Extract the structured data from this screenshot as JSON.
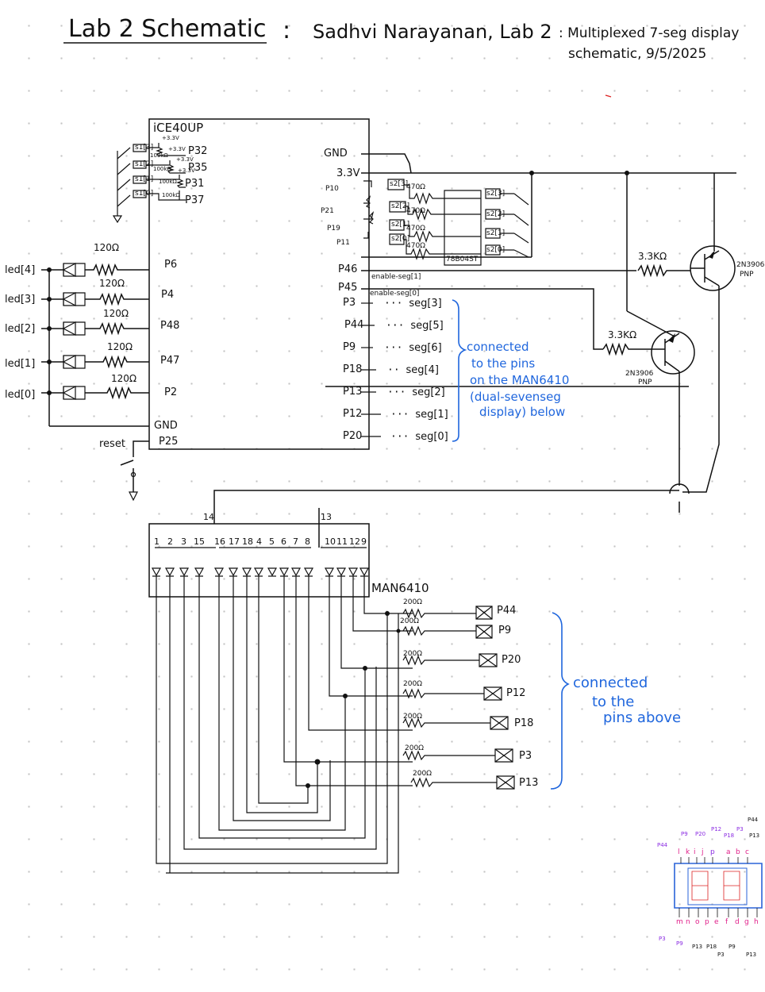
{
  "header": {
    "title": "Lab 2 Schematic",
    "colon": ":",
    "author_line": "Sadhvi Narayanan, Lab 2",
    "desc_line1": ": Multiplexed 7-seg display",
    "desc_line2": "schematic, 9/5/2025"
  },
  "fpga": {
    "name": "iCE40UP",
    "left_pins": [
      "P32",
      "P35",
      "P31",
      "P37"
    ],
    "switch_labels": [
      "s1[3]",
      "s1[2]",
      "s1[1]",
      "s1[0]"
    ],
    "pullup_labels": [
      "+3.3V",
      "+3.3V",
      "+3.3V",
      "+3.3V"
    ],
    "pull_res_labels": [
      "100kΩ",
      "100kΩ",
      "100kΩ",
      "100kΩ"
    ],
    "led_pins": [
      "P6",
      "P4",
      "P48",
      "P47",
      "P2"
    ],
    "gnd_pin": "GND",
    "reset_pin": "P25",
    "right_gnd": "GND",
    "right_33v": "3.3V",
    "enable_pins": [
      "P46",
      "P45"
    ],
    "seg_pins": [
      "P3",
      "P44",
      "P9",
      "P18",
      "P13",
      "P12",
      "P20"
    ]
  },
  "leds": {
    "labels": [
      "led[4]",
      "led[3]",
      "led[2]",
      "led[1]",
      "led[0]"
    ],
    "resistors": [
      "120Ω",
      "120Ω",
      "120Ω",
      "120Ω",
      "120Ω"
    ]
  },
  "reset": {
    "label": "reset"
  },
  "dip": {
    "pins": [
      "P10",
      "P21",
      "P19",
      "P11"
    ],
    "in_labels": [
      "s2[3]",
      "s2[2]",
      "s2[1]",
      "s2[0]"
    ],
    "res_labels": [
      "470Ω",
      "470Ω",
      "470Ω",
      "470Ω"
    ],
    "out_labels": [
      "s2[3]",
      "s2[2]",
      "s2[1]",
      "s2[0]"
    ],
    "part": "78B04ST"
  },
  "enables": [
    "enable-seg[1]",
    "enable-seg[0]"
  ],
  "segments": [
    "seg[3]",
    "seg[5]",
    "seg[6]",
    "seg[4]",
    "seg[2]",
    "seg[1]",
    "seg[0]"
  ],
  "transistors": [
    {
      "res": "3.3KΩ",
      "part": "2N3906",
      "type": "PNP"
    },
    {
      "res": "3.3KΩ",
      "part": "2N3906",
      "type": "PNP"
    }
  ],
  "note_top": [
    "connected",
    "to the pins",
    "on the MAN6410",
    "(dual-sevenseg",
    "display) below"
  ],
  "display": {
    "name": "MAN6410",
    "anode_pins": [
      "14",
      "13"
    ],
    "pin_numbers": [
      "1",
      "2",
      "3",
      "15",
      "16",
      "17",
      "18",
      "4",
      "5",
      "6",
      "7",
      "8",
      "10",
      "11",
      "12",
      "9"
    ],
    "res_labels": [
      "200Ω",
      "200Ω",
      "200Ω",
      "200Ω",
      "200Ω",
      "200Ω",
      "200Ω"
    ],
    "out_pins": [
      "P44",
      "P9",
      "P20",
      "P12",
      "P18",
      "P3",
      "P13"
    ]
  },
  "note_bottom": [
    "connected",
    "to the",
    "pins above"
  ],
  "mini": {
    "top_letters": [
      "l",
      "k",
      "i",
      "j",
      "p",
      "a",
      "b",
      "c"
    ],
    "bottom_letters": [
      "m",
      "n",
      "o",
      "p",
      "e",
      "f",
      "d",
      "g",
      "h"
    ],
    "top_pins": [
      "P44",
      "P9",
      "P20",
      "P12",
      "P18",
      "P3",
      "P13",
      "P44"
    ],
    "bottom_pins": [
      "P3",
      "P9",
      "P13",
      "P18",
      "P9",
      "P3",
      "P13"
    ]
  },
  "colors": {
    "ink": "#111111",
    "note": "#1f66dd",
    "mini_pink": "#e0208a",
    "mini_purple": "#8a2be2",
    "mini_box": "#2a63d8"
  }
}
